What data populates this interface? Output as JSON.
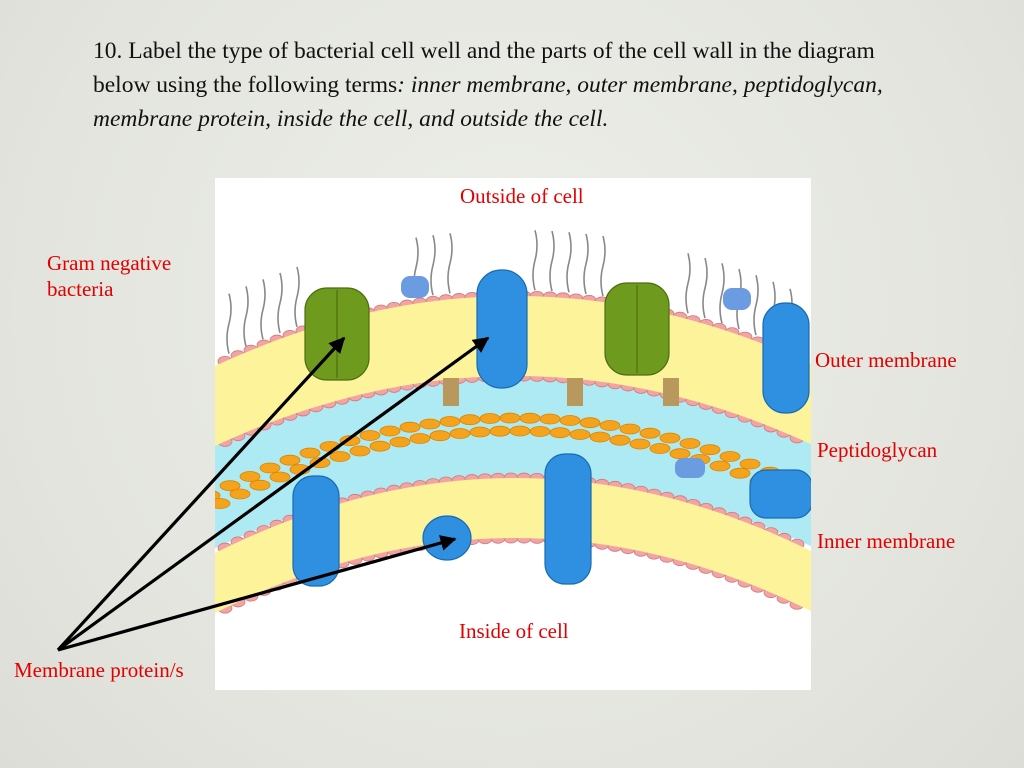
{
  "question": {
    "text_plain": "10. Label the type of bacterial cell well and the parts of the cell wall in the diagram below using the following terms",
    "text_italic": ": inner membrane, outer membrane, peptidoglycan, membrane protein, inside the cell, and outside the cell."
  },
  "labels": {
    "outside": "Outside of cell",
    "gram_line1": "Gram negative",
    "gram_line2": "bacteria",
    "outer_membrane": "Outer membrane",
    "peptidoglycan": "Peptidoglycan",
    "inner_membrane": "Inner membrane",
    "inside": "Inside of cell",
    "membrane_protein": "Membrane protein/s"
  },
  "colors": {
    "label_red": "#e00000",
    "periplasm": "#aeeaf3",
    "lipid_head": "#f2a4a4",
    "lipid_tail": "#fdf39a",
    "peptidoglycan": "#f5a31c",
    "protein_blue": "#2f8fe0",
    "protein_green": "#6e9a1e",
    "protein_tan": "#b9985e",
    "arrow": "#000000"
  }
}
